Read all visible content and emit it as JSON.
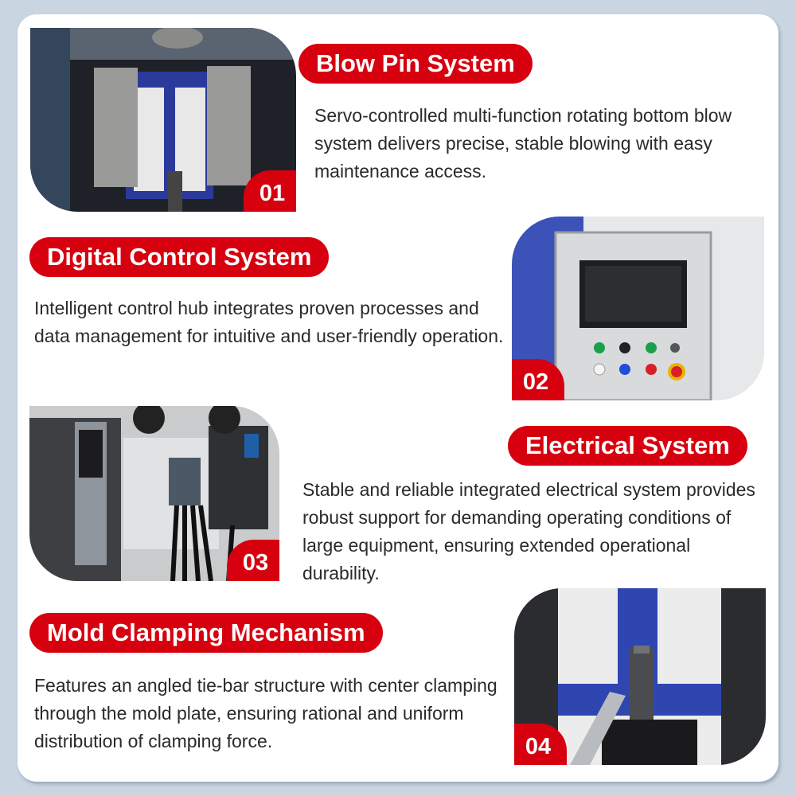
{
  "colors": {
    "accent": "#d7000f",
    "background": "#c9d5e1",
    "card": "#ffffff",
    "text": "#2a2a2a"
  },
  "features": [
    {
      "number": "01",
      "title": "Blow Pin System",
      "description": "Servo-controlled multi-function rotating bottom blow system delivers precise, stable blowing with easy maintenance access.",
      "image": "blow-pin-system-photo"
    },
    {
      "number": "02",
      "title": "Digital Control System",
      "description": "Intelligent control hub integrates proven processes and data management for intuitive and user-friendly operation.",
      "image": "control-panel-photo"
    },
    {
      "number": "03",
      "title": "Electrical System",
      "description": "Stable and reliable integrated electrical system provides robust support for demanding operating conditions of large equipment, ensuring extended operational durability.",
      "image": "electrical-cabinet-photo"
    },
    {
      "number": "04",
      "title": "Mold Clamping Mechanism",
      "description": "Features an angled tie-bar structure with center clamping through the mold plate, ensuring rational and uniform distribution of clamping force.",
      "image": "mold-clamping-photo"
    }
  ]
}
